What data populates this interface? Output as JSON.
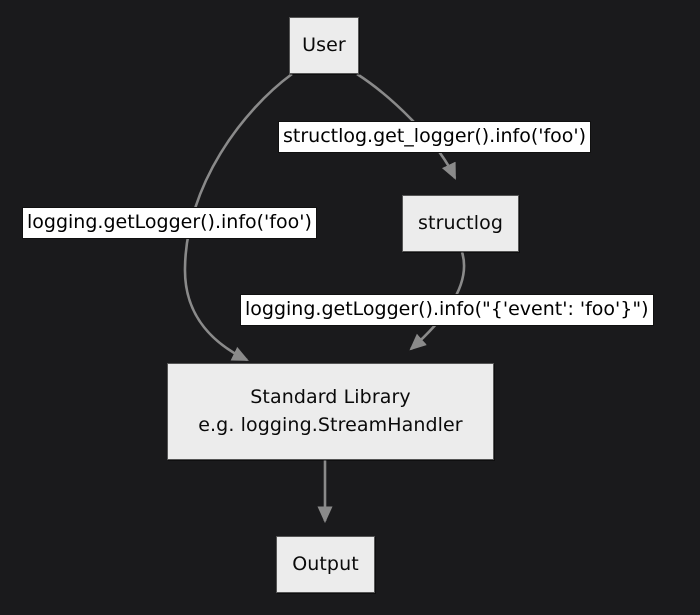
{
  "diagram": {
    "background_color": "#1a1a1c",
    "node_fill_color": "#ececec",
    "node_border_color": "#555555",
    "edge_color": "#8a8a8a",
    "label_fill_color": "#ffffff",
    "label_text_color": "#000000",
    "nodes": [
      {
        "id": "user",
        "label": "User"
      },
      {
        "id": "structlog",
        "label": "structlog"
      },
      {
        "id": "stdlib",
        "label_line1": "Standard Library",
        "label_line2": "e.g. logging.StreamHandler"
      },
      {
        "id": "output",
        "label": "Output"
      }
    ],
    "edges": [
      {
        "from": "user",
        "to": "structlog",
        "label": "structlog.get_logger().info('foo')"
      },
      {
        "from": "user",
        "to": "stdlib",
        "label": "logging.getLogger().info('foo')"
      },
      {
        "from": "structlog",
        "to": "stdlib",
        "label": "logging.getLogger().info(\"{'event': 'foo'}\")"
      },
      {
        "from": "stdlib",
        "to": "output",
        "label": ""
      }
    ]
  }
}
